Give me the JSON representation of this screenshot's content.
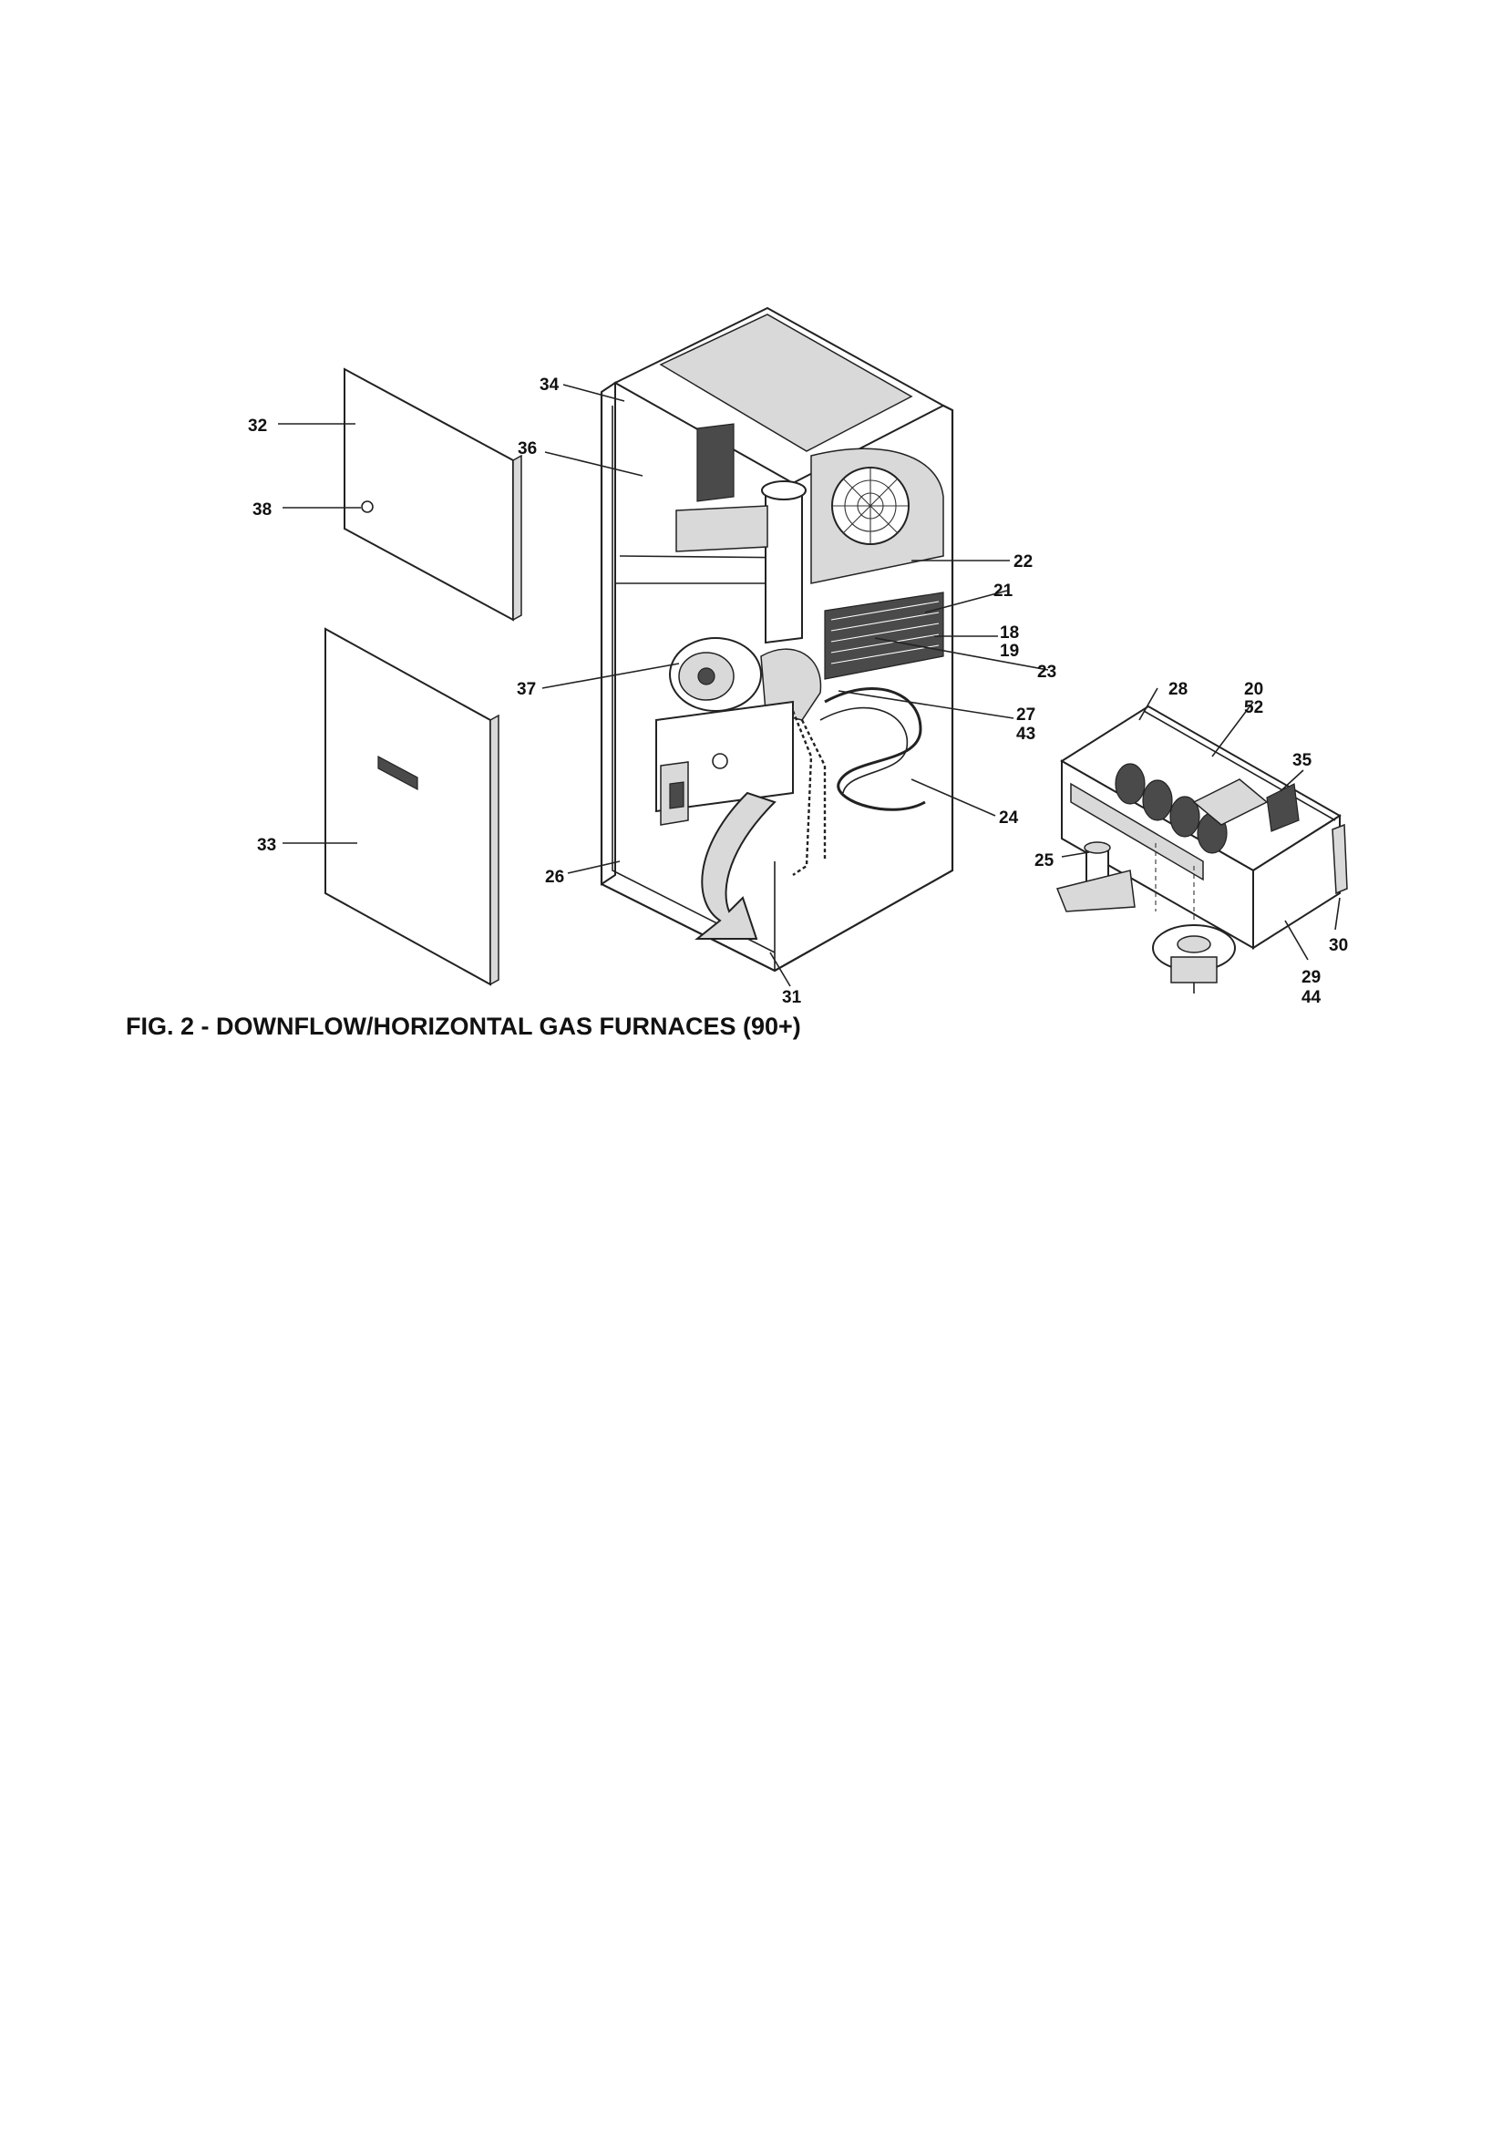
{
  "figure": {
    "caption": "FIG. 2 - DOWNFLOW/HORIZONTAL GAS FURNACES (90+)"
  },
  "callouts": {
    "c18": "18",
    "c19": "19",
    "c20": "20",
    "c21": "21",
    "c22": "22",
    "c23": "23",
    "c24": "24",
    "c25": "25",
    "c26": "26",
    "c27": "27",
    "c28": "28",
    "c29": "29",
    "c30": "30",
    "c31": "31",
    "c32": "32",
    "c33": "33",
    "c34": "34",
    "c35": "35",
    "c36": "36",
    "c37": "37",
    "c38": "38",
    "c43": "43",
    "c44": "44",
    "c52": "52"
  },
  "colors": {
    "ink": "#111111",
    "paper": "#ffffff",
    "shade": "#d9d9d9",
    "dark": "#4a4a4a"
  }
}
